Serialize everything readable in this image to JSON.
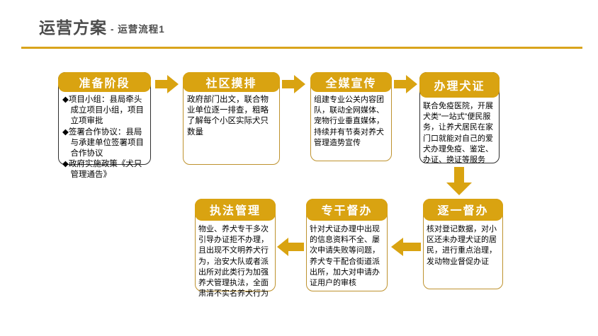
{
  "title": {
    "main": "运营方案",
    "sub": "- 运营流程1"
  },
  "colors": {
    "gold_accent": "#D9A311",
    "gold_border": "#BE922E",
    "dark_border": "#2e2e2e",
    "title_gray": "#4c4c4c",
    "header_text": "#ffffff",
    "body_text": "#000000",
    "background": "#ffffff"
  },
  "flow": {
    "boxes": [
      {
        "header": "准备阶段",
        "bullets": [
          "◆项目小组：县局牵头成立项目小组，项目立项审批",
          "◆签署合作协议：县局与承建单位签署项目合作协议",
          "◆政府实施政策《犬只管理通告》"
        ]
      },
      {
        "header": "社区摸排",
        "body": "政府部门出文，联合物业单位逐一排查，粗略了解每个小区实际犬只数量"
      },
      {
        "header": "全媒宣传",
        "body": "组建专业公关内容团队，联动全网媒体、宠物行业垂直媒体，持续并有节奏对养犬管理造势宣传"
      },
      {
        "header": "办理犬证",
        "body": "联合免疫医院，开展犬类“一站式”便民服务，让养犬居民在家门口就能对自己的爱犬办理免疫、鉴定、办证、换证等服务"
      },
      {
        "header": "逐一督办",
        "body": "核对登记数据，对小区还未办理犬证的居民，进行重点治理，发动物业督促办证"
      },
      {
        "header": "专干督办",
        "body": "针对犬证办理中出现的信息资料不全、屡次申请失败等问题，养犬专干配合街道派出所，加大对申请办证用户的审核"
      },
      {
        "header": "执法管理",
        "body": "物业、养犬专干多次引导办证拒不办理，且出现不文明养犬行为，治安大队或者派出所对此类行为加强养犬管理执法，全面肃清不实名养犬行为"
      }
    ]
  }
}
